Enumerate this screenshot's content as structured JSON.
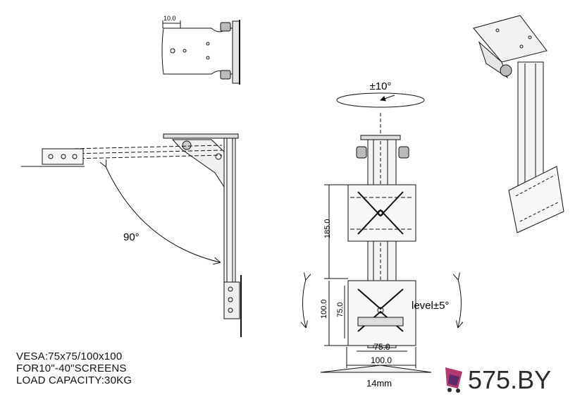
{
  "dimensions": {
    "top_width": "10.0",
    "angle_90": "90°",
    "swivel": "±10°",
    "height_185": "185.0",
    "height_100": "100.0",
    "height_75": "75.0",
    "width_75": "75.0",
    "width_100": "100.0",
    "level": "level±5°",
    "tube": "14mm"
  },
  "specs": {
    "vesa": "VESA:75x75/100x100",
    "screens": "FOR10\"-40\"SCREENS",
    "load": "LOAD CAPACITY:30KG"
  },
  "brand": {
    "name": "575.BY",
    "icon": "cart-icon",
    "accent": "#b23a6e"
  }
}
